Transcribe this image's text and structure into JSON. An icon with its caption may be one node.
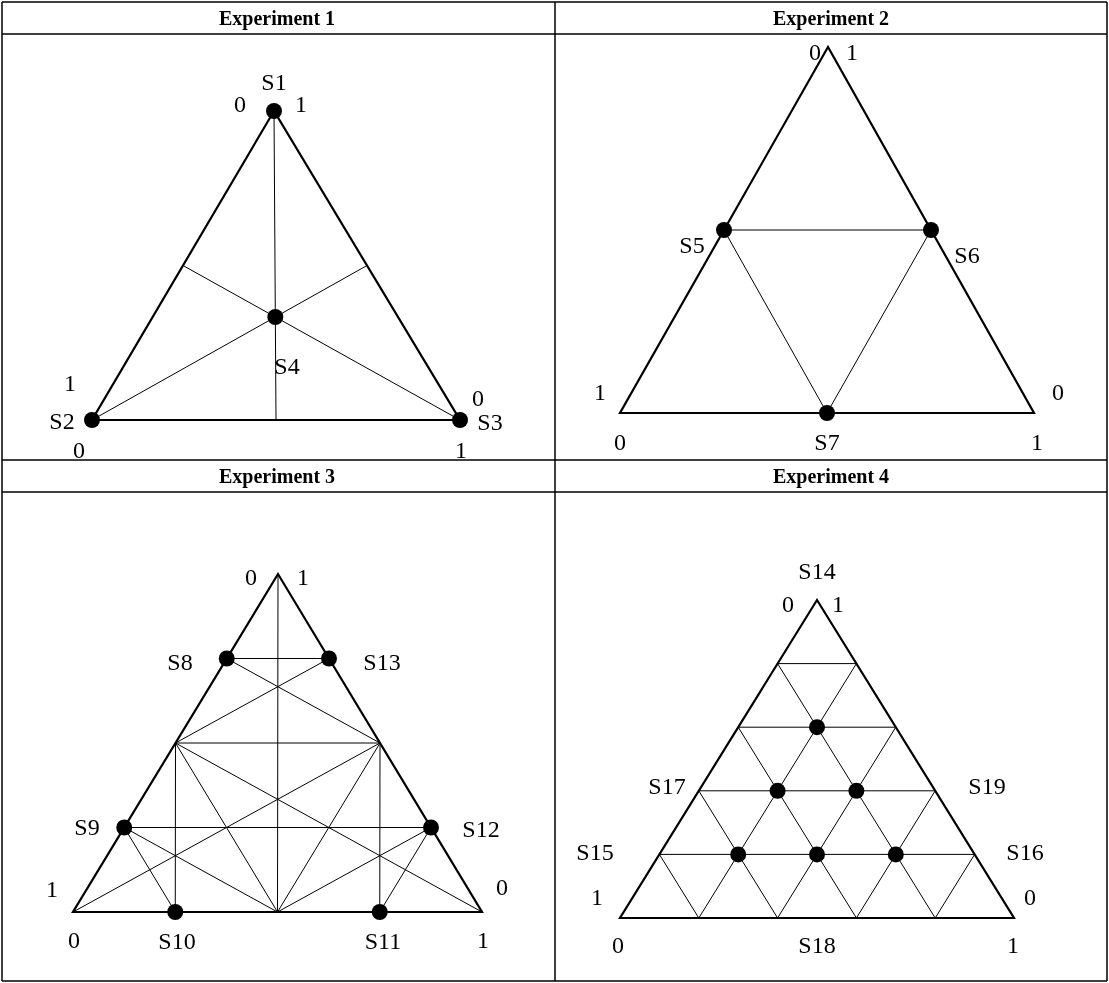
{
  "diagram": {
    "labels": [
      "Experiment 1",
      "S1",
      "0",
      "1",
      "S4",
      "1",
      "S2",
      "0",
      "0",
      "S3",
      "1",
      "Experiment 2",
      "0",
      "1",
      "S5",
      "S6",
      "1",
      "0",
      "0",
      "S7",
      "1",
      "Experiment 3",
      "0",
      "1",
      "S8",
      "S13",
      "S9",
      "S12",
      "1",
      "0",
      "0",
      "S10",
      "S11",
      "1",
      "Experiment 4",
      "S14",
      "0",
      "1",
      "S17",
      "S19",
      "S15",
      "S16",
      "1",
      "0",
      "0",
      "S18",
      "1"
    ]
  }
}
